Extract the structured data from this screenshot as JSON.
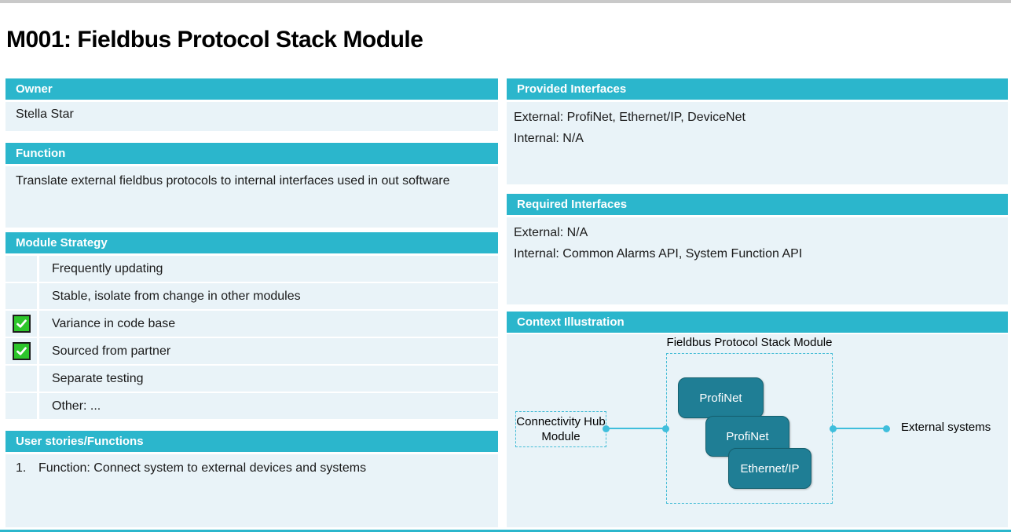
{
  "title": "M001: Fieldbus Protocol Stack Module",
  "left_column": {
    "owner": {
      "header": "Owner",
      "value": "Stella Star"
    },
    "function": {
      "header": "Function",
      "value": "Translate external fieldbus protocols to internal interfaces used in out software"
    },
    "module_strategy": {
      "header": "Module Strategy",
      "items": [
        {
          "label": "Frequently updating",
          "checked": false
        },
        {
          "label": "Stable, isolate from change in other modules",
          "checked": false
        },
        {
          "label": "Variance in code base",
          "checked": true
        },
        {
          "label": "Sourced from partner",
          "checked": true
        },
        {
          "label": "Separate testing",
          "checked": false
        },
        {
          "label": "Other: ...",
          "checked": false
        }
      ]
    },
    "user_stories": {
      "header": "User stories/Functions",
      "items": [
        {
          "number": "1.",
          "text": "Function: Connect system to external devices and systems"
        }
      ]
    }
  },
  "right_column": {
    "provided_interfaces": {
      "header": "Provided Interfaces",
      "external": "External: ProfiNet, Ethernet/IP, DeviceNet",
      "internal": "Internal: N/A"
    },
    "required_interfaces": {
      "header": "Required Interfaces",
      "external": "External: N/A",
      "internal": "Internal: Common Alarms API, System Function API"
    },
    "context_illustration": {
      "header": "Context Illustration",
      "module_label": "Fieldbus Protocol Stack Module",
      "hub_label": "Connectivity Hub Module",
      "stack_boxes": [
        "ProfiNet",
        "ProfiNet",
        "Ethernet/IP"
      ],
      "external_label": "External systems"
    }
  },
  "colors": {
    "accent_teal": "#2BB6CC",
    "panel_light": "#E9F3F8",
    "stack_box_teal": "#1F7E95",
    "connector_cyan": "#3FBEDC",
    "checkbox_green": "#2DC62B",
    "top_bar_gray": "#C9C9C9"
  }
}
